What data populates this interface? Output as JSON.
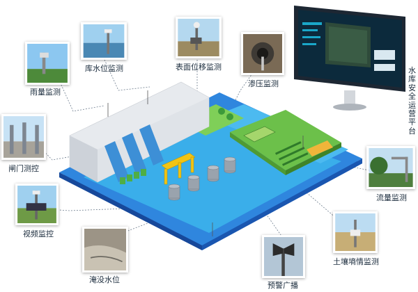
{
  "monitors": {
    "rain": "雨量监测",
    "reservoir_level": "库水位监测",
    "surface_displacement": "表面位移监测",
    "seepage": "渗压监测",
    "gate": "闸门测控",
    "video": "视频监控",
    "inundation": "淹没水位",
    "broadcast": "预警广播",
    "soil_moisture": "土壤墒情监测",
    "flow": "流量监测"
  },
  "platform": {
    "label": "水库安全运营平台"
  },
  "colors": {
    "water": "#2ea8e6",
    "platform_edge": "#1f63c4",
    "grass": "#6cc04a",
    "dam": "#e7eaee",
    "leader": "#6b7b8c",
    "monitor_frame": "#1d2733",
    "monitor_screen": "#0c2a3c"
  }
}
